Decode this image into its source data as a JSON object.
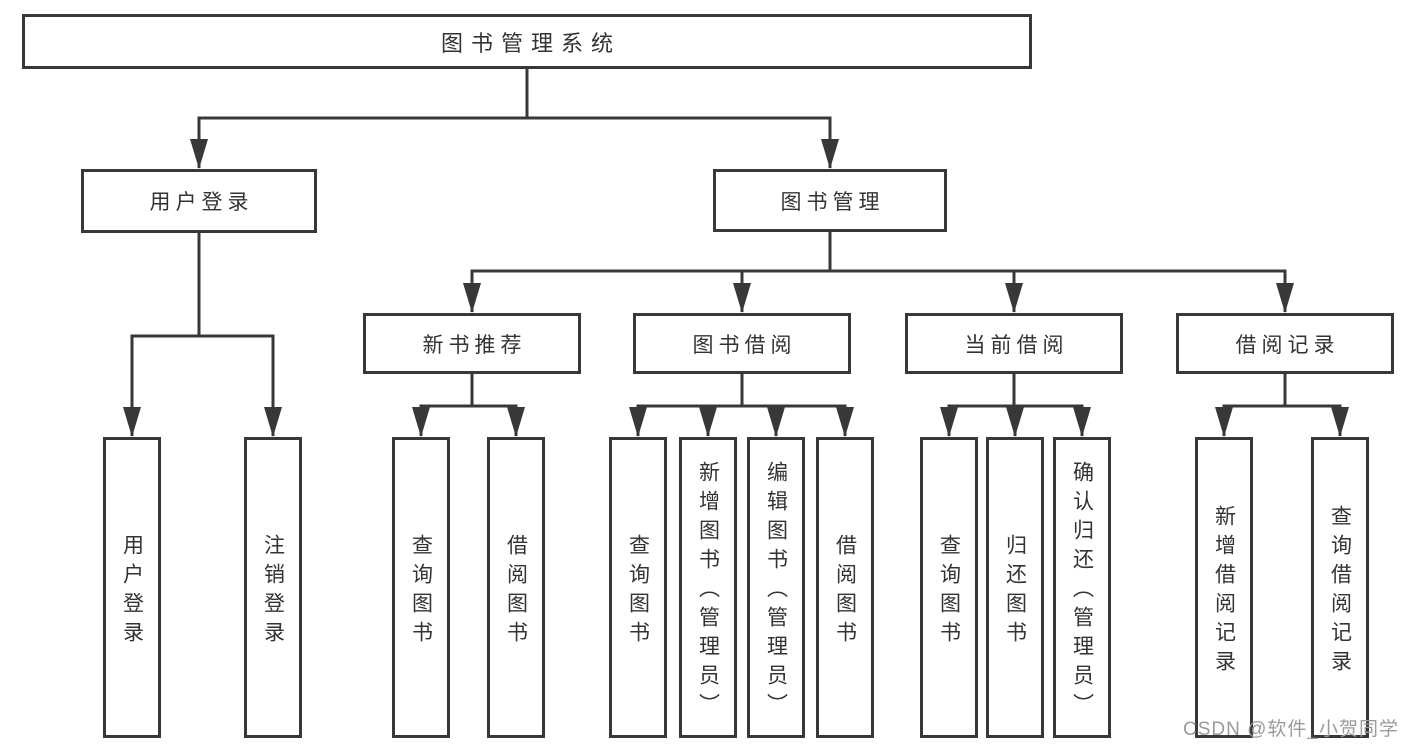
{
  "diagram": {
    "type": "hierarchy-tree",
    "nodes": {
      "root": {
        "label": "图书管理系统"
      },
      "level2": [
        {
          "label": "用户登录"
        },
        {
          "label": "图书管理"
        }
      ],
      "level3": [
        {
          "label": "新书推荐",
          "parent": "图书管理"
        },
        {
          "label": "图书借阅",
          "parent": "图书管理"
        },
        {
          "label": "当前借阅",
          "parent": "图书管理"
        },
        {
          "label": "借阅记录",
          "parent": "图书管理"
        }
      ],
      "leaves": [
        {
          "label": "用户登录",
          "parent": "用户登录"
        },
        {
          "label": "注销登录",
          "parent": "用户登录"
        },
        {
          "label": "查询图书",
          "parent": "新书推荐"
        },
        {
          "label": "借阅图书",
          "parent": "新书推荐"
        },
        {
          "label": "查询图书",
          "parent": "图书借阅"
        },
        {
          "label": "新增图书（管理员）",
          "parent": "图书借阅"
        },
        {
          "label": "编辑图书（管理员）",
          "parent": "图书借阅"
        },
        {
          "label": "借阅图书",
          "parent": "图书借阅"
        },
        {
          "label": "查询图书",
          "parent": "当前借阅"
        },
        {
          "label": "归还图书",
          "parent": "当前借阅"
        },
        {
          "label": "确认归还（管理员）",
          "parent": "当前借阅"
        },
        {
          "label": "新增借阅记录",
          "parent": "借阅记录"
        },
        {
          "label": "查询借阅记录",
          "parent": "借阅记录"
        }
      ]
    },
    "colors": {
      "line": "#383838",
      "text": "#333333",
      "box_background": "#ffffff",
      "watermark": "#9b9b9b"
    }
  },
  "watermark": {
    "text": "CSDN @软件_小贺同学"
  }
}
